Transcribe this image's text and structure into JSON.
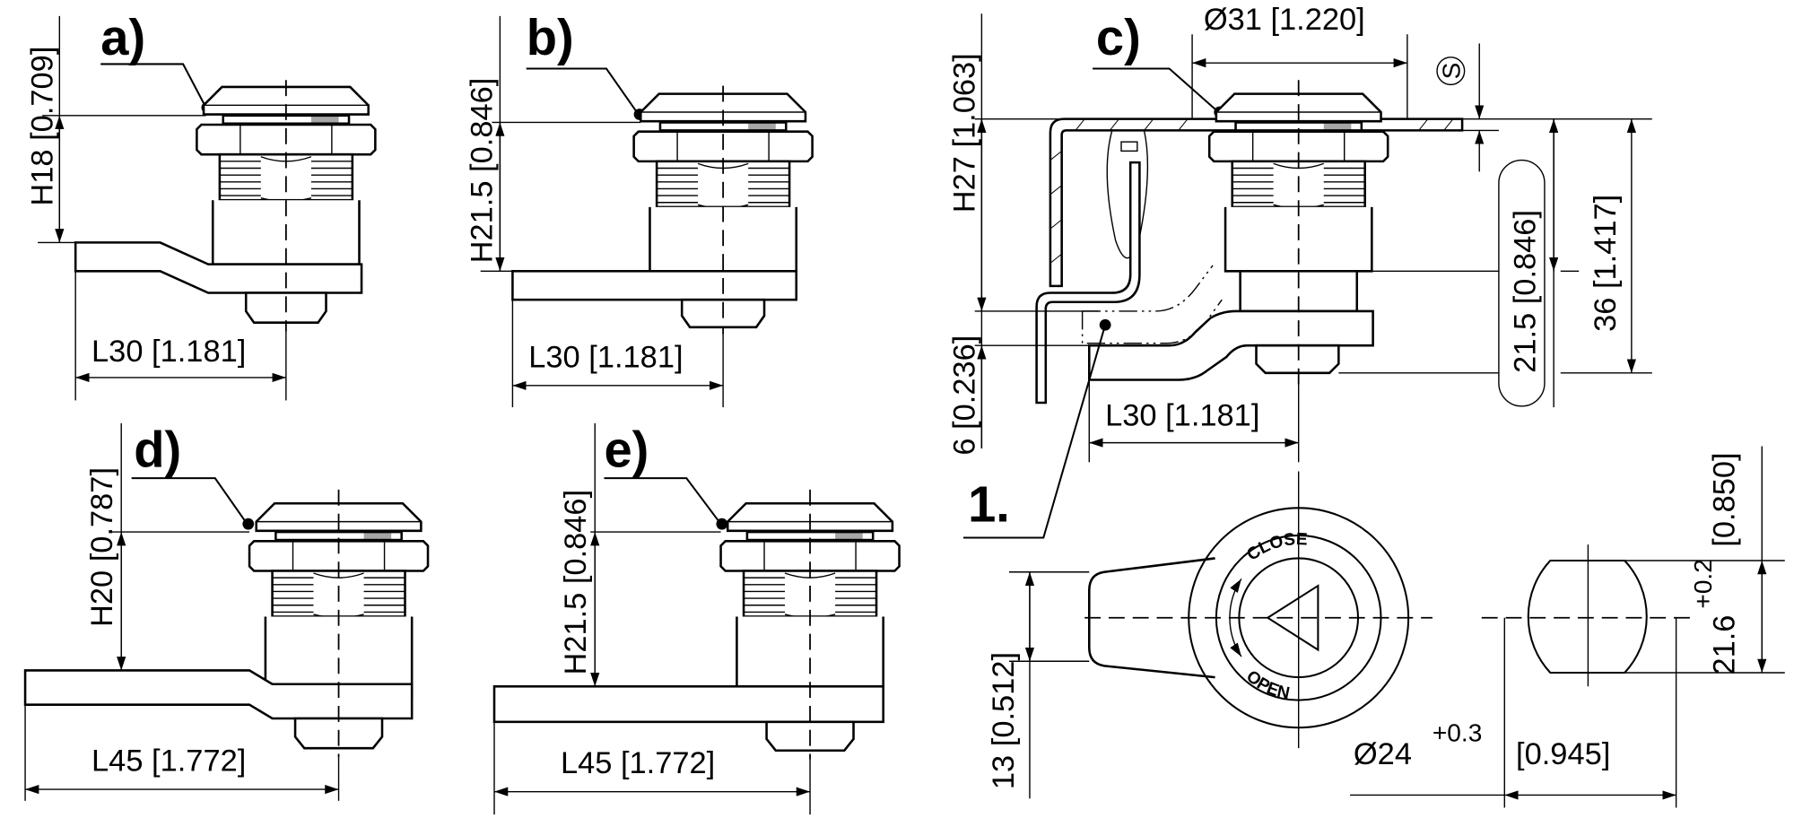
{
  "views": {
    "a": {
      "label": "a)",
      "height_dim": "H18 [0.709]",
      "length_dim": "L30 [1.181]"
    },
    "b": {
      "label": "b)",
      "height_dim": "H21.5 [0.846]",
      "length_dim": "L30 [1.181]"
    },
    "c": {
      "label": "c)",
      "diameter_dim": "Ø31 [1.220]",
      "sheet_symbol": "S",
      "height_dim": "H27 [1.063]",
      "offset_dim": "6 [0.236]",
      "length_dim": "L30 [1.181]",
      "boxed_dim": "21.5 [0.846]",
      "total_dim": "36 [1.417]"
    },
    "d": {
      "label": "d)",
      "height_dim": "H20 [0.787]",
      "length_dim": "L45 [1.772]"
    },
    "e": {
      "label": "e)",
      "height_dim": "H21.5 [0.846]",
      "length_dim": "L45 [1.772]"
    },
    "front": {
      "callout": "1.",
      "width_dim": "13 [0.512]",
      "close_text": "CLOSE",
      "open_text": "OPEN"
    },
    "cutout": {
      "diameter_main": "Ø24",
      "diameter_tol": "+0.3",
      "diameter_inch": "[0.945]",
      "flat_main": "21.6",
      "flat_tol": "+0.2",
      "flat_inch": "[0.850]"
    }
  }
}
